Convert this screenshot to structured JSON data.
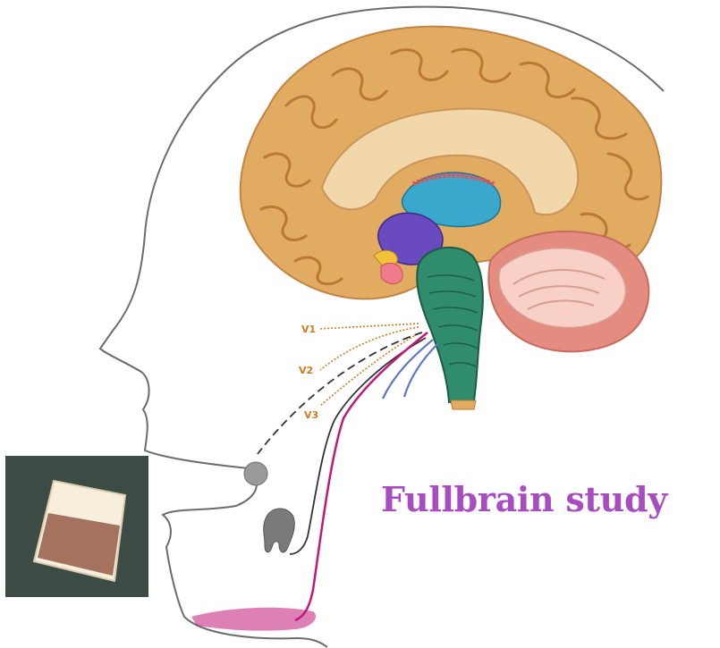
{
  "title": "Fullbrain study",
  "labels": {
    "v1": "V1",
    "v2": "V2",
    "v3": "V3"
  },
  "colors": {
    "brain_outer": "#e2ab62",
    "brain_inner": "#f1d7a9",
    "ventricle": "#3aa7cc",
    "thalamus": "#6a4bbf",
    "brainstem": "#2f8c6c",
    "cerebellum_outer": "#e58c80",
    "cerebellum_inner": "#f8d0c5",
    "label_orange": "#d07a22",
    "nerve_magenta": "#c0187a",
    "nerve_blue": "#5c78c6",
    "title_purple": "#a84dc0",
    "thumb_bg": "#3c4b44",
    "thumb_cup_body": "#a57260",
    "thumb_cup_rim": "#f7eedc"
  }
}
